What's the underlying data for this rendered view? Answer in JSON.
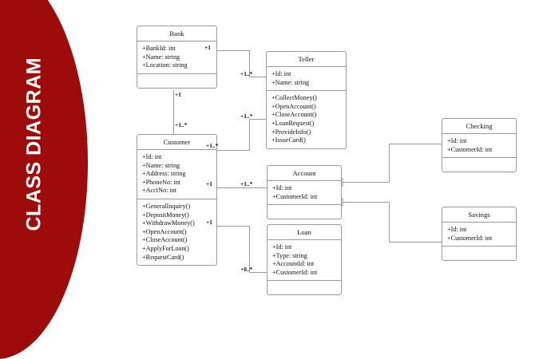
{
  "banner": {
    "title": "CLASS DIAGRAM",
    "color": "#9e0b0b",
    "text_color": "#ffffff"
  },
  "diagram": {
    "type": "uml-class-diagram",
    "line_color": "#9a9a9a",
    "classes": [
      {
        "id": "bank",
        "name": "Bank",
        "attributes": [
          "+BankId: int",
          "+Name: string",
          "+Location: string"
        ],
        "operations": []
      },
      {
        "id": "teller",
        "name": "Teller",
        "attributes": [
          "+Id: int",
          "+Name: string"
        ],
        "operations": [
          "+CollectMoney()",
          "+OpenAccount()",
          "+CloseAccount()",
          "+LoanRequest()",
          "+ProvideInfo()",
          "+IssueCard()"
        ]
      },
      {
        "id": "customer",
        "name": "Customer",
        "attributes": [
          "+Id: int",
          "+Name: string",
          "+Address: string",
          "+PhoneNo: int",
          "+AcctNo: int"
        ],
        "operations": [
          "+GeneralInquiry()",
          "+DepositMoney()",
          "+WithdrawMoney()",
          "+OpenAccount()",
          "+CloseAccount()",
          "+ApplyForLoan()",
          "+RequestCard()"
        ]
      },
      {
        "id": "account",
        "name": "Account",
        "attributes": [
          "+Id: int",
          "+CustomerId: int"
        ],
        "operations": []
      },
      {
        "id": "loan",
        "name": "Loan",
        "attributes": [
          "+Id: int",
          "+Type: string",
          "+AccountId: int",
          "+CustomerId: int"
        ],
        "operations": []
      },
      {
        "id": "checking",
        "name": "Checking",
        "attributes": [
          "+Id: int",
          "+CustomerId: int"
        ],
        "operations": []
      },
      {
        "id": "savings",
        "name": "Savings",
        "attributes": [
          "+Id: int",
          "+CustomerId: int"
        ],
        "operations": []
      }
    ],
    "multiplicities": [
      {
        "id": "bank-teller-source",
        "label": "+1",
        "from": "bank",
        "to": "teller"
      },
      {
        "id": "bank-teller-target",
        "label": "+1..*",
        "from": "bank",
        "to": "teller"
      },
      {
        "id": "bank-customer-source",
        "label": "+1",
        "from": "bank",
        "to": "customer"
      },
      {
        "id": "bank-customer-target",
        "label": "+1..*",
        "from": "bank",
        "to": "customer"
      },
      {
        "id": "customer-teller-source",
        "label": "+1..*",
        "from": "customer",
        "to": "teller"
      },
      {
        "id": "customer-teller-target",
        "label": "+1..*",
        "from": "customer",
        "to": "teller"
      },
      {
        "id": "customer-account-source",
        "label": "+1",
        "from": "customer",
        "to": "account"
      },
      {
        "id": "customer-account-target",
        "label": "+1..*",
        "from": "customer",
        "to": "account"
      },
      {
        "id": "customer-loan-source",
        "label": "+1",
        "from": "customer",
        "to": "loan"
      },
      {
        "id": "customer-loan-target",
        "label": "+0..*",
        "from": "customer",
        "to": "loan"
      }
    ],
    "generalizations": [
      {
        "id": "checking-account",
        "child": "checking",
        "parent": "account"
      },
      {
        "id": "savings-account",
        "child": "savings",
        "parent": "account"
      }
    ]
  }
}
